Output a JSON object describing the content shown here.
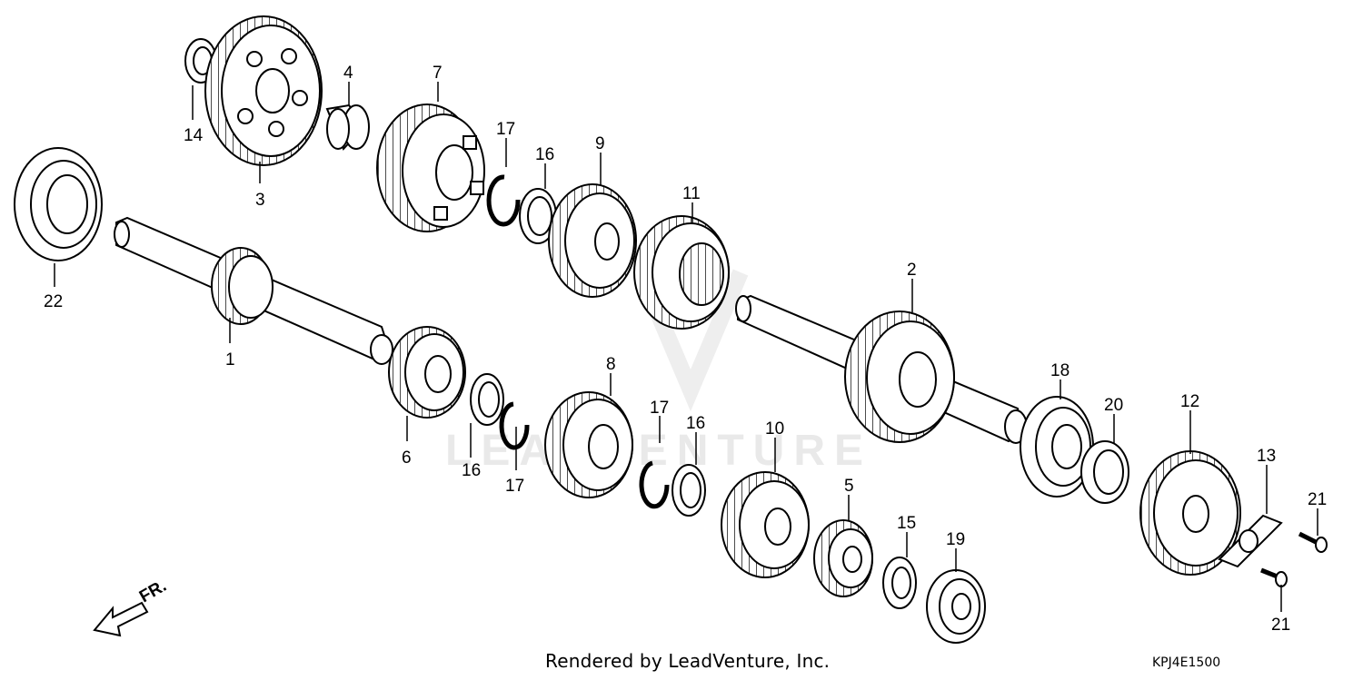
{
  "diagram": {
    "footer_credit": "Rendered by LeadVenture, Inc.",
    "diagram_code": "KPJ4E1500",
    "front_arrow_label": "FR.",
    "watermark": "LEADVENTURE",
    "line_color": "#000000",
    "callouts": {
      "c1": "1",
      "c2": "2",
      "c3": "3",
      "c4": "4",
      "c5": "5",
      "c6": "6",
      "c7": "7",
      "c8": "8",
      "c9": "9",
      "c10": "10",
      "c11": "11",
      "c12": "12",
      "c13": "13",
      "c14": "14",
      "c15": "15",
      "c16a": "16",
      "c16b": "16",
      "c16c": "16",
      "c17a": "17",
      "c17b": "17",
      "c17c": "17",
      "c18": "18",
      "c19": "19",
      "c20": "20",
      "c21a": "21",
      "c21b": "21",
      "c22": "22"
    }
  }
}
